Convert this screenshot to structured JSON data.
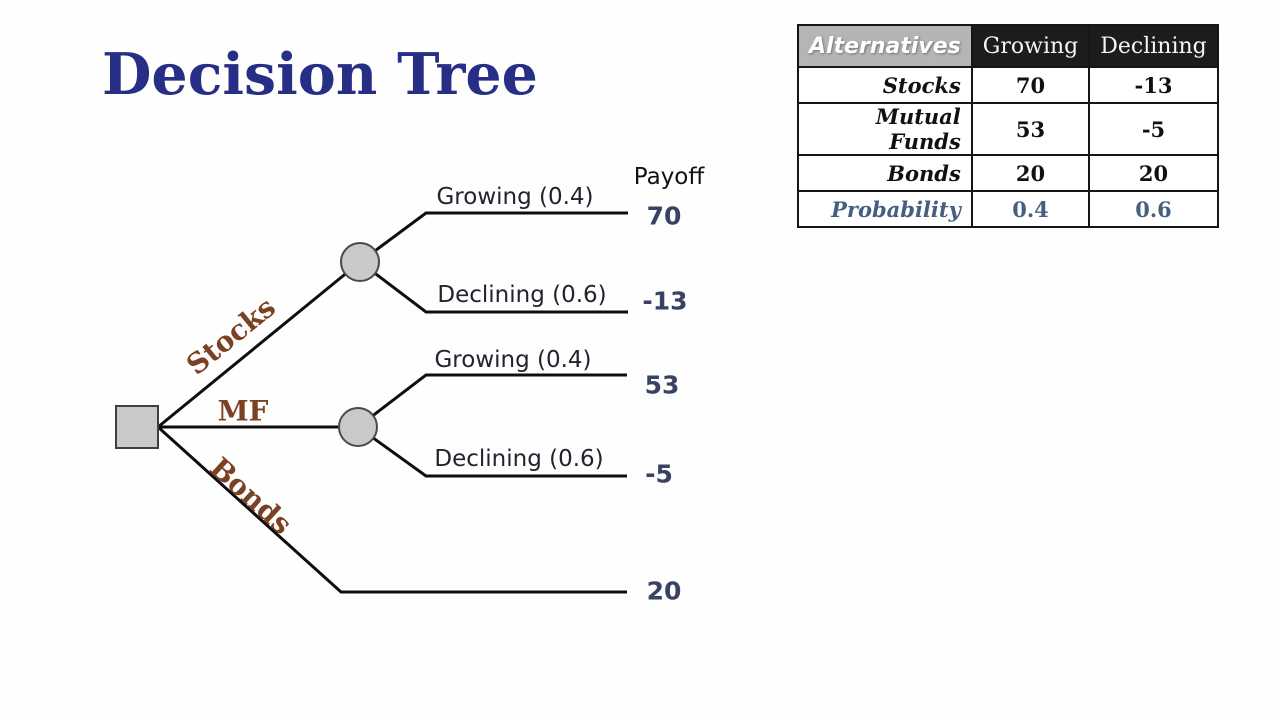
{
  "slide": {
    "title": "Decision Tree"
  },
  "tree": {
    "payoff_header": "Payoff",
    "branch_labels": {
      "stocks": "Stocks",
      "mf": "MF",
      "bonds": "Bonds"
    },
    "outcomes": [
      {
        "branch": "Stocks",
        "label": "Growing (0.4)",
        "payoff": "70"
      },
      {
        "branch": "Stocks",
        "label": "Declining (0.6)",
        "payoff": "-13"
      },
      {
        "branch": "MF",
        "label": "Growing (0.4)",
        "payoff": "53"
      },
      {
        "branch": "MF",
        "label": "Declining (0.6)",
        "payoff": "-5"
      },
      {
        "branch": "Bonds",
        "label": "",
        "payoff": "20"
      }
    ]
  },
  "table": {
    "header": {
      "corner": "Alternatives",
      "columns": [
        "Growing",
        "Declining"
      ]
    },
    "rows": [
      {
        "name": "Stocks",
        "values": [
          "70",
          "-13"
        ]
      },
      {
        "name": "Mutual Funds",
        "values": [
          "53",
          "-5"
        ]
      },
      {
        "name": "Bonds",
        "values": [
          "20",
          "20"
        ]
      },
      {
        "name": "Probability",
        "values": [
          "0.4",
          "0.6"
        ]
      }
    ]
  },
  "colors": {
    "title_text": "#262e86",
    "payoff_text": "#3a4263",
    "branch_label_text": "#7b4123",
    "probability_text": "#44607e",
    "node_fill": "#c9c9c9",
    "node_border": "#4a4a4a",
    "line": "#0e0e0e",
    "header_corner_bg": "#b5b5b5",
    "header_state_bg": "#1c1c1c"
  }
}
